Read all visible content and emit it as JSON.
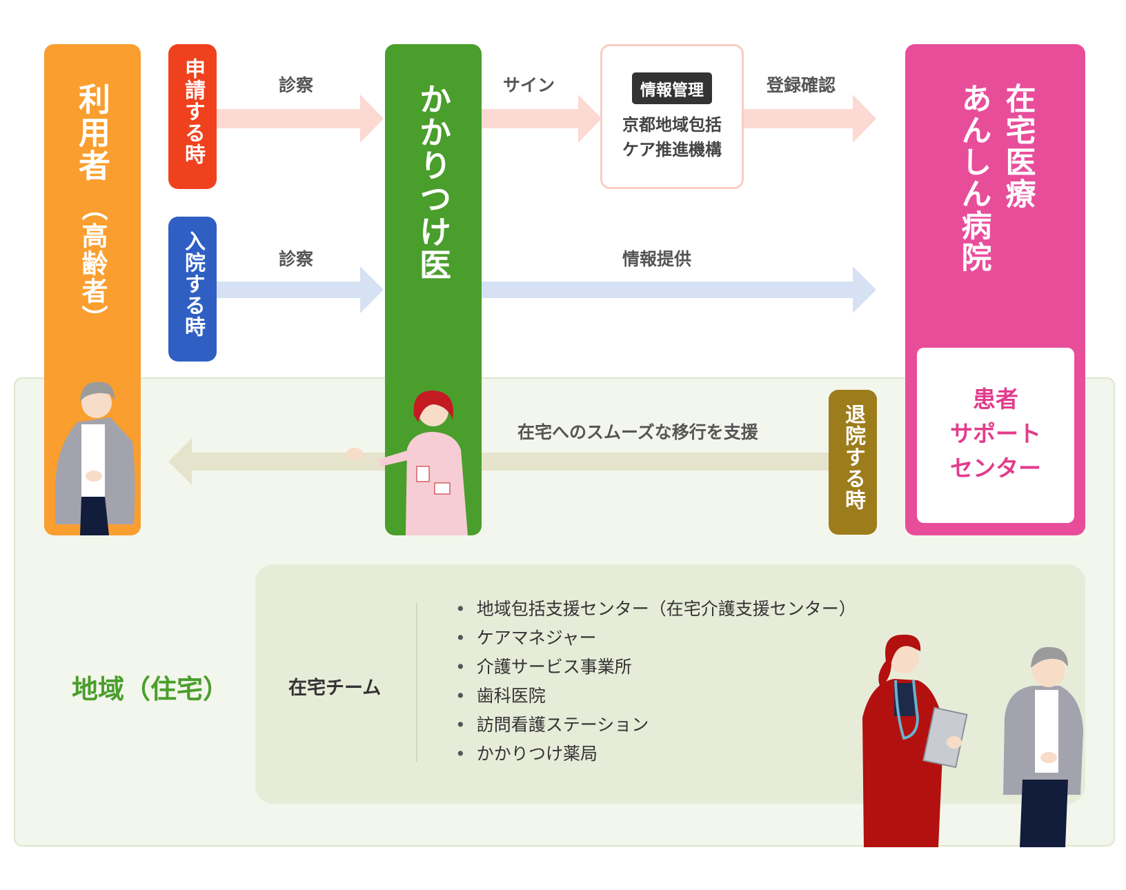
{
  "user": {
    "title": "利用者",
    "subtitle": "（高齢者）"
  },
  "doctor": {
    "title": "かかりつけ医"
  },
  "hospital": {
    "title_line1": "在宅医療",
    "title_line2": "あんしん病院"
  },
  "pills": {
    "apply": "申請する時",
    "admit": "入院する時",
    "leave": "退院する時"
  },
  "arrow_labels": {
    "exam_apply": "診察",
    "exam_admit": "診察",
    "sign": "サイン",
    "register": "登録確認",
    "info": "情報提供",
    "support": "在宅へのスムーズな移行を支援"
  },
  "org": {
    "tag": "情報管理",
    "name_line1": "京都地域包括",
    "name_line2": "ケア推進機構"
  },
  "support_center": {
    "line1": "患者",
    "line2": "サポート",
    "line3": "センター"
  },
  "region": {
    "label": "地域（住宅）"
  },
  "team": {
    "label": "在宅チーム",
    "items": [
      "地域包括支援センター（在宅介護支援センター）",
      "ケアマネジャー",
      "介護サービス事業所",
      "歯科医院",
      "訪問看護ステーション",
      "かかりつけ薬局"
    ]
  },
  "colors": {
    "user": "#f99e2f",
    "doctor": "#4a9e2c",
    "hospital": "#e84d9a",
    "apply": "#f0411e",
    "admit": "#2f5fc3",
    "leave": "#9d7c1b",
    "arrow_apply": "#fcd9d3",
    "arrow_admit": "#d6e1f3",
    "arrow_support": "#e5e3cc",
    "region_bg": "#f3f6ec",
    "team_bg": "#e7ecd9"
  },
  "icons": [
    "elderly-man-icon",
    "nurse-icon",
    "doctor-with-clipboard-icon",
    "elderly-man-icon"
  ]
}
